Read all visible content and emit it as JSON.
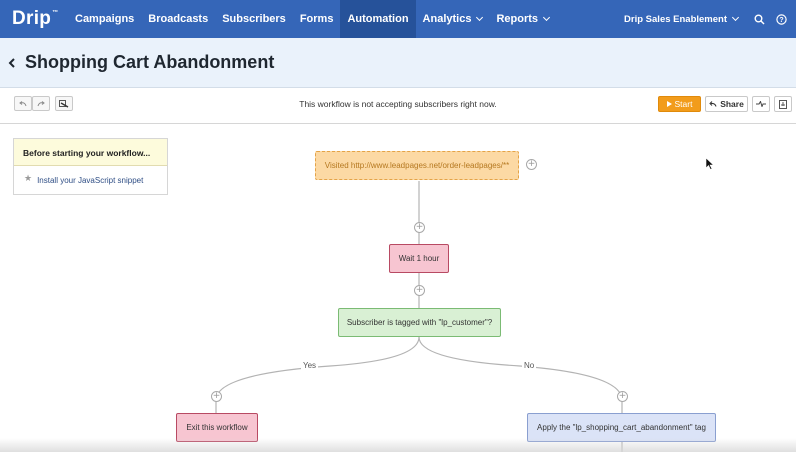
{
  "nav": {
    "logo": "Drip",
    "logo_mark": "™",
    "items": [
      {
        "label": "Campaigns"
      },
      {
        "label": "Broadcasts"
      },
      {
        "label": "Subscribers"
      },
      {
        "label": "Forms"
      },
      {
        "label": "Automation",
        "active": true
      },
      {
        "label": "Analytics",
        "dropdown": true
      },
      {
        "label": "Reports",
        "dropdown": true
      }
    ],
    "account": "Drip Sales Enablement",
    "icons": [
      "search-icon",
      "help-icon"
    ]
  },
  "page": {
    "title": "Shopping Cart Abandonment"
  },
  "toolbar": {
    "status": "This workflow is not accepting subscribers right now.",
    "start_label": "Start",
    "share_label": "Share",
    "icons": [
      "undo-icon",
      "redo-icon",
      "edit-icon",
      "activity-icon",
      "export-icon"
    ]
  },
  "checklist": {
    "heading": "Before starting your workflow...",
    "item": "Install your JavaScript snippet"
  },
  "workflow": {
    "trigger": "Visited http://www.leadpages.net/order-leadpages/**",
    "wait": "Wait 1 hour",
    "decision": "Subscriber is tagged with \"lp_customer\"?",
    "yes_label": "Yes",
    "no_label": "No",
    "yes_action": "Exit this workflow",
    "no_action": "Apply the \"lp_shopping_cart_abandonment\" tag"
  },
  "colors": {
    "nav_bg": "#3566b8",
    "nav_active": "#26529a",
    "title_band": "#eaf2fb",
    "start_button": "#f29c1b",
    "trigger_node": "#fcd9a4",
    "wait_node": "#f7c5d1",
    "decision_node": "#d9f0d4",
    "tag_node": "#dbe3f7"
  }
}
